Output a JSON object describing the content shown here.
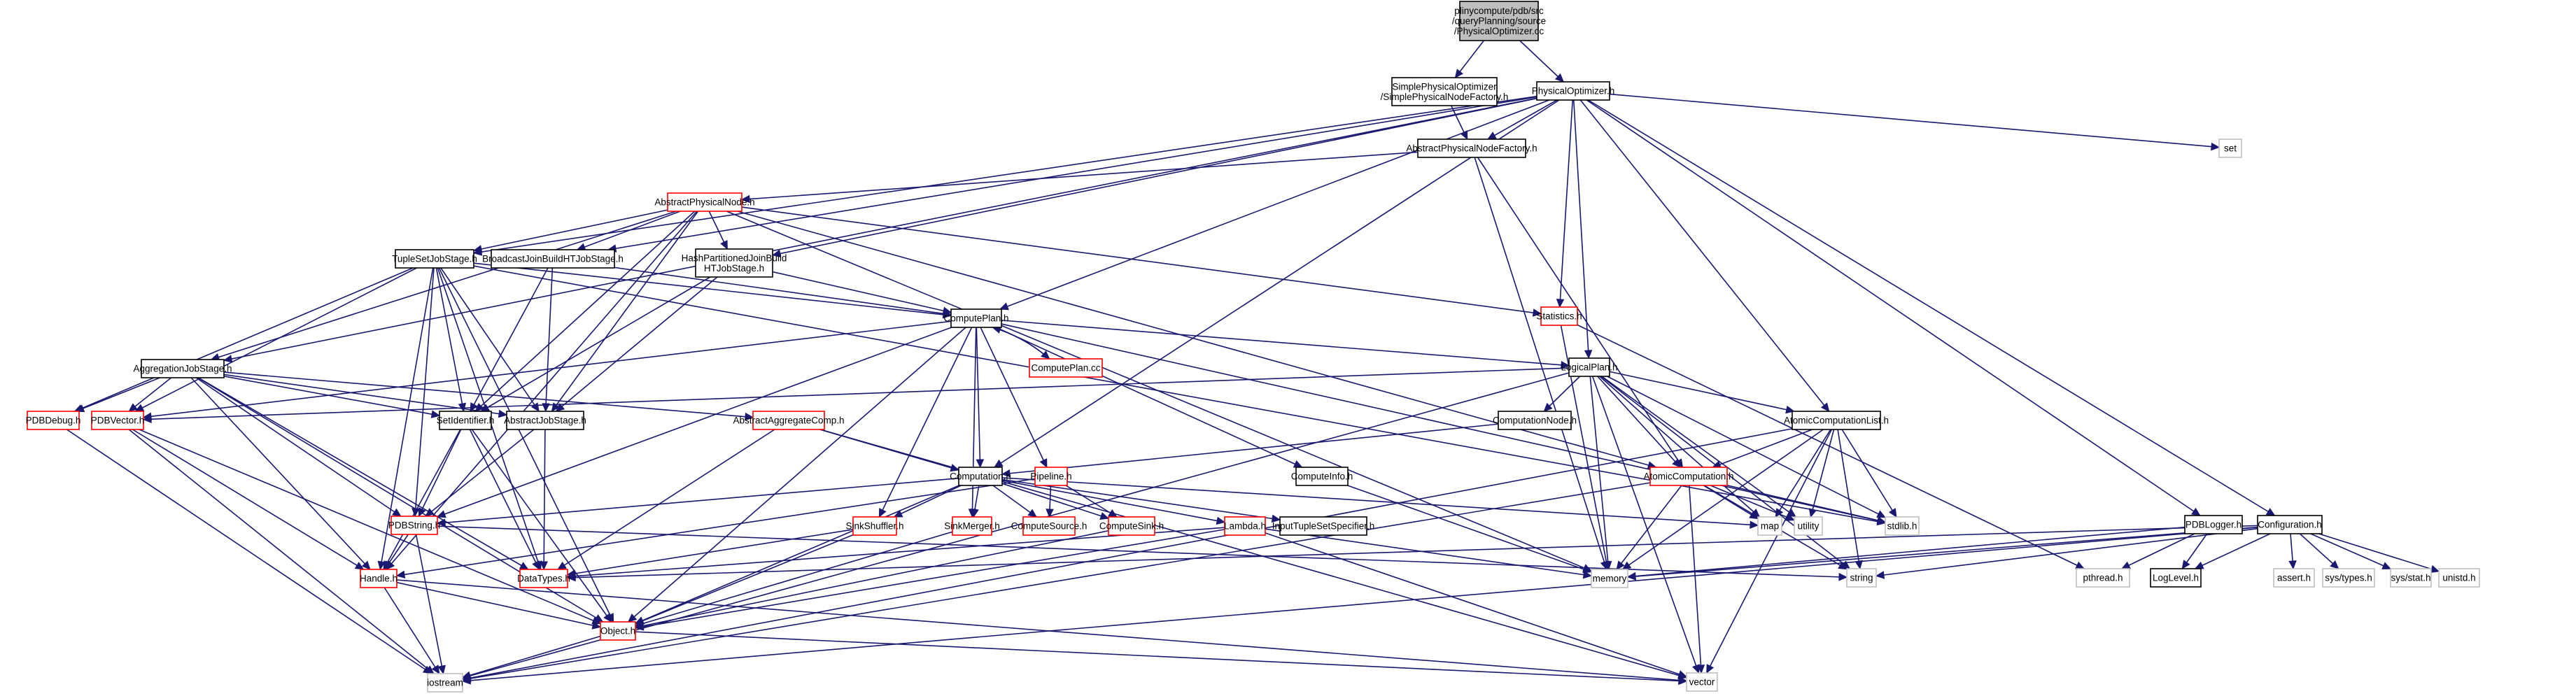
{
  "title": "Include dependency graph for PhysicalOptimizer.cc",
  "colors": {
    "edge": "#191970",
    "normal_border": "#000000",
    "truncated_border": "#ff0000",
    "external_border": "#bfbfbf",
    "root_fill": "#bfbfbf"
  },
  "nodes": [
    {
      "id": "root",
      "kind": "root",
      "lines": [
        "plinycompute/pdb/src",
        "/queryPlanning/source",
        "/PhysicalOptimizer.cc"
      ]
    },
    {
      "id": "simplefactory",
      "kind": "normal",
      "lines": [
        "SimplePhysicalOptimizer",
        "/SimplePhysicalNodeFactory.h"
      ]
    },
    {
      "id": "physopt",
      "kind": "normal",
      "lines": [
        "PhysicalOptimizer.h"
      ]
    },
    {
      "id": "absfactory",
      "kind": "normal",
      "lines": [
        "AbstractPhysicalNodeFactory.h"
      ]
    },
    {
      "id": "set",
      "kind": "ext",
      "lines": [
        "set"
      ]
    },
    {
      "id": "absnode",
      "kind": "trunc",
      "lines": [
        "AbstractPhysicalNode.h"
      ]
    },
    {
      "id": "tuplejob",
      "kind": "normal",
      "lines": [
        "TupleSetJobStage.h"
      ]
    },
    {
      "id": "bcastjob",
      "kind": "normal",
      "lines": [
        "BroadcastJoinBuildHTJobStage.h"
      ]
    },
    {
      "id": "hashjob",
      "kind": "normal",
      "lines": [
        "HashPartitionedJoinBuild",
        "HTJobStage.h"
      ]
    },
    {
      "id": "stats",
      "kind": "trunc",
      "lines": [
        "Statistics.h"
      ]
    },
    {
      "id": "computeplan",
      "kind": "normal",
      "lines": [
        "ComputePlan.h"
      ]
    },
    {
      "id": "computeplancc",
      "kind": "trunc",
      "lines": [
        "ComputePlan.cc"
      ]
    },
    {
      "id": "aggjob",
      "kind": "normal",
      "lines": [
        "AggregationJobStage.h"
      ]
    },
    {
      "id": "logicalplan",
      "kind": "normal",
      "lines": [
        "LogicalPlan.h"
      ]
    },
    {
      "id": "pdbdebug",
      "kind": "trunc",
      "lines": [
        "PDBDebug.h"
      ]
    },
    {
      "id": "pdbvector",
      "kind": "trunc",
      "lines": [
        "PDBVector.h"
      ]
    },
    {
      "id": "setid",
      "kind": "normal",
      "lines": [
        "SetIdentifier.h"
      ]
    },
    {
      "id": "absjob",
      "kind": "normal",
      "lines": [
        "AbstractJobStage.h"
      ]
    },
    {
      "id": "absagg",
      "kind": "trunc",
      "lines": [
        "AbstractAggregateComp.h"
      ]
    },
    {
      "id": "compnode",
      "kind": "normal",
      "lines": [
        "ComputationNode.h"
      ]
    },
    {
      "id": "atomiclist",
      "kind": "normal",
      "lines": [
        "AtomicComputationList.h"
      ]
    },
    {
      "id": "pipeline",
      "kind": "trunc",
      "lines": [
        "Pipeline.h"
      ]
    },
    {
      "id": "computation",
      "kind": "normal",
      "lines": [
        "Computation.h"
      ]
    },
    {
      "id": "computeinfo",
      "kind": "normal",
      "lines": [
        "ComputeInfo.h"
      ]
    },
    {
      "id": "atomic",
      "kind": "trunc",
      "lines": [
        "AtomicComputation.h"
      ]
    },
    {
      "id": "pdbstring",
      "kind": "trunc",
      "lines": [
        "PDBString.h"
      ]
    },
    {
      "id": "sinkshuffler",
      "kind": "trunc",
      "lines": [
        "SinkShuffler.h"
      ]
    },
    {
      "id": "sinkmerger",
      "kind": "trunc",
      "lines": [
        "SinkMerger.h"
      ]
    },
    {
      "id": "computesource",
      "kind": "trunc",
      "lines": [
        "ComputeSource.h"
      ]
    },
    {
      "id": "computesink",
      "kind": "trunc",
      "lines": [
        "ComputeSink.h"
      ]
    },
    {
      "id": "lambda",
      "kind": "trunc",
      "lines": [
        "Lambda.h"
      ]
    },
    {
      "id": "inputtuple",
      "kind": "normal",
      "lines": [
        "InputTupleSetSpecifier.h"
      ]
    },
    {
      "id": "map",
      "kind": "ext",
      "lines": [
        "map"
      ]
    },
    {
      "id": "utility",
      "kind": "ext",
      "lines": [
        "utility"
      ]
    },
    {
      "id": "stdlib",
      "kind": "ext",
      "lines": [
        "stdlib.h"
      ]
    },
    {
      "id": "pdblogger",
      "kind": "normal",
      "lines": [
        "PDBLogger.h"
      ]
    },
    {
      "id": "configuration",
      "kind": "normal",
      "lines": [
        "Configuration.h"
      ]
    },
    {
      "id": "handle",
      "kind": "trunc",
      "lines": [
        "Handle.h"
      ]
    },
    {
      "id": "datatypes",
      "kind": "trunc",
      "lines": [
        "DataTypes.h"
      ]
    },
    {
      "id": "memory",
      "kind": "ext",
      "lines": [
        "memory"
      ]
    },
    {
      "id": "string",
      "kind": "ext",
      "lines": [
        "string"
      ]
    },
    {
      "id": "pthread",
      "kind": "ext",
      "lines": [
        "pthread.h"
      ]
    },
    {
      "id": "loglevel",
      "kind": "normal",
      "lines": [
        "LogLevel.h"
      ]
    },
    {
      "id": "assert",
      "kind": "ext",
      "lines": [
        "assert.h"
      ]
    },
    {
      "id": "systypes",
      "kind": "ext",
      "lines": [
        "sys/types.h"
      ]
    },
    {
      "id": "sysstat",
      "kind": "ext",
      "lines": [
        "sys/stat.h"
      ]
    },
    {
      "id": "unistd",
      "kind": "ext",
      "lines": [
        "unistd.h"
      ]
    },
    {
      "id": "object",
      "kind": "trunc",
      "lines": [
        "Object.h"
      ]
    },
    {
      "id": "iostream",
      "kind": "ext",
      "lines": [
        "iostream"
      ]
    },
    {
      "id": "vector",
      "kind": "ext",
      "lines": [
        "vector"
      ]
    }
  ],
  "edges": [
    [
      "root",
      "simplefactory"
    ],
    [
      "root",
      "physopt"
    ],
    [
      "simplefactory",
      "absfactory"
    ],
    [
      "physopt",
      "absfactory"
    ],
    [
      "physopt",
      "set"
    ],
    [
      "physopt",
      "tuplejob"
    ],
    [
      "physopt",
      "bcastjob"
    ],
    [
      "physopt",
      "hashjob"
    ],
    [
      "physopt",
      "aggjob"
    ],
    [
      "physopt",
      "computeplan"
    ],
    [
      "physopt",
      "stats"
    ],
    [
      "physopt",
      "logicalplan"
    ],
    [
      "physopt",
      "atomiclist"
    ],
    [
      "physopt",
      "computation"
    ],
    [
      "physopt",
      "pdblogger"
    ],
    [
      "physopt",
      "configuration"
    ],
    [
      "absfactory",
      "absnode"
    ],
    [
      "absfactory",
      "memory"
    ],
    [
      "absfactory",
      "atomic"
    ],
    [
      "absnode",
      "tuplejob"
    ],
    [
      "absnode",
      "bcastjob"
    ],
    [
      "absnode",
      "hashjob"
    ],
    [
      "absnode",
      "aggjob"
    ],
    [
      "absnode",
      "stats"
    ],
    [
      "absnode",
      "setid"
    ],
    [
      "absnode",
      "absjob"
    ],
    [
      "absnode",
      "handle"
    ],
    [
      "absnode",
      "memory"
    ],
    [
      "absnode",
      "atomic"
    ],
    [
      "tuplejob",
      "computeplan"
    ],
    [
      "tuplejob",
      "setid"
    ],
    [
      "tuplejob",
      "absjob"
    ],
    [
      "tuplejob",
      "pdbvector"
    ],
    [
      "tuplejob",
      "pdbstring"
    ],
    [
      "tuplejob",
      "handle"
    ],
    [
      "tuplejob",
      "datatypes"
    ],
    [
      "tuplejob",
      "object"
    ],
    [
      "tuplejob",
      "pdbdebug"
    ],
    [
      "tuplejob",
      "stdlib"
    ],
    [
      "bcastjob",
      "setid"
    ],
    [
      "bcastjob",
      "absjob"
    ],
    [
      "bcastjob",
      "computeplan"
    ],
    [
      "hashjob",
      "setid"
    ],
    [
      "hashjob",
      "absjob"
    ],
    [
      "hashjob",
      "computeplan"
    ],
    [
      "computeplan",
      "computeplancc"
    ],
    [
      "computeplancc",
      "computeplan"
    ],
    [
      "computeplan",
      "logicalplan"
    ],
    [
      "computeplan",
      "pipeline"
    ],
    [
      "computeplan",
      "computation"
    ],
    [
      "computeplan",
      "computeinfo"
    ],
    [
      "computeplan",
      "sinkshuffler"
    ],
    [
      "computeplan",
      "sinkmerger"
    ],
    [
      "computeplan",
      "pdbvector"
    ],
    [
      "computeplan",
      "pdbstring"
    ],
    [
      "computeplan",
      "object"
    ],
    [
      "computeplan",
      "stdlib"
    ],
    [
      "aggjob",
      "pdbdebug"
    ],
    [
      "aggjob",
      "pdbvector"
    ],
    [
      "aggjob",
      "setid"
    ],
    [
      "aggjob",
      "absjob"
    ],
    [
      "aggjob",
      "absagg"
    ],
    [
      "aggjob",
      "pdbstring"
    ],
    [
      "aggjob",
      "handle"
    ],
    [
      "aggjob",
      "datatypes"
    ],
    [
      "aggjob",
      "object"
    ],
    [
      "logicalplan",
      "compnode"
    ],
    [
      "logicalplan",
      "atomiclist"
    ],
    [
      "logicalplan",
      "atomic"
    ],
    [
      "logicalplan",
      "map"
    ],
    [
      "logicalplan",
      "utility"
    ],
    [
      "logicalplan",
      "stdlib"
    ],
    [
      "logicalplan",
      "memory"
    ],
    [
      "logicalplan",
      "string"
    ],
    [
      "logicalplan",
      "vector"
    ],
    [
      "logicalplan",
      "pdbvector"
    ],
    [
      "logicalplan",
      "iostream"
    ],
    [
      "stats",
      "memory"
    ],
    [
      "stats",
      "pthread"
    ],
    [
      "setid",
      "pdbstring"
    ],
    [
      "setid",
      "handle"
    ],
    [
      "setid",
      "datatypes"
    ],
    [
      "setid",
      "object"
    ],
    [
      "absjob",
      "pdbstring"
    ],
    [
      "absjob",
      "datatypes"
    ],
    [
      "absagg",
      "computation"
    ],
    [
      "absagg",
      "datatypes"
    ],
    [
      "absagg",
      "vector"
    ],
    [
      "compnode",
      "computation"
    ],
    [
      "atomiclist",
      "atomic"
    ],
    [
      "atomiclist",
      "map"
    ],
    [
      "atomiclist",
      "utility"
    ],
    [
      "atomiclist",
      "stdlib"
    ],
    [
      "atomiclist",
      "string"
    ],
    [
      "atomiclist",
      "vector"
    ],
    [
      "atomiclist",
      "memory"
    ],
    [
      "atomiclist",
      "iostream"
    ],
    [
      "pipeline",
      "computesource"
    ],
    [
      "pipeline",
      "computesink"
    ],
    [
      "pipeline",
      "handle"
    ],
    [
      "computation",
      "pdbstring"
    ],
    [
      "computation",
      "sinkshuffler"
    ],
    [
      "computation",
      "sinkmerger"
    ],
    [
      "computation",
      "computesource"
    ],
    [
      "computation",
      "computesink"
    ],
    [
      "computation",
      "lambda"
    ],
    [
      "computation",
      "inputtuple"
    ],
    [
      "computation",
      "object"
    ],
    [
      "computation",
      "map"
    ],
    [
      "computeinfo",
      "memory"
    ],
    [
      "atomic",
      "map"
    ],
    [
      "atomic",
      "utility"
    ],
    [
      "atomic",
      "stdlib"
    ],
    [
      "atomic",
      "memory"
    ],
    [
      "atomic",
      "string"
    ],
    [
      "atomic",
      "vector"
    ],
    [
      "atomic",
      "iostream"
    ],
    [
      "pdbdebug",
      "iostream"
    ],
    [
      "pdbvector",
      "handle"
    ],
    [
      "pdbvector",
      "object"
    ],
    [
      "pdbvector",
      "iostream"
    ],
    [
      "pdbstring",
      "handle"
    ],
    [
      "pdbstring",
      "iostream"
    ],
    [
      "pdbstring",
      "string"
    ],
    [
      "sinkshuffler",
      "datatypes"
    ],
    [
      "sinkshuffler",
      "object"
    ],
    [
      "sinkmerger",
      "object"
    ],
    [
      "computesink",
      "object"
    ],
    [
      "lambda",
      "object"
    ],
    [
      "lambda",
      "memory"
    ],
    [
      "lambda",
      "vector"
    ],
    [
      "lambda",
      "datatypes"
    ],
    [
      "handle",
      "object"
    ],
    [
      "handle",
      "iostream"
    ],
    [
      "handle",
      "vector"
    ],
    [
      "object",
      "iostream"
    ],
    [
      "object",
      "vector"
    ],
    [
      "pdblogger",
      "pthread"
    ],
    [
      "pdblogger",
      "loglevel"
    ],
    [
      "pdblogger",
      "memory"
    ],
    [
      "configuration",
      "loglevel"
    ],
    [
      "configuration",
      "assert"
    ],
    [
      "configuration",
      "systypes"
    ],
    [
      "configuration",
      "sysstat"
    ],
    [
      "configuration",
      "unistd"
    ],
    [
      "configuration",
      "string"
    ],
    [
      "configuration",
      "memory"
    ],
    [
      "configuration",
      "datatypes"
    ],
    [
      "configuration",
      "iostream"
    ]
  ]
}
